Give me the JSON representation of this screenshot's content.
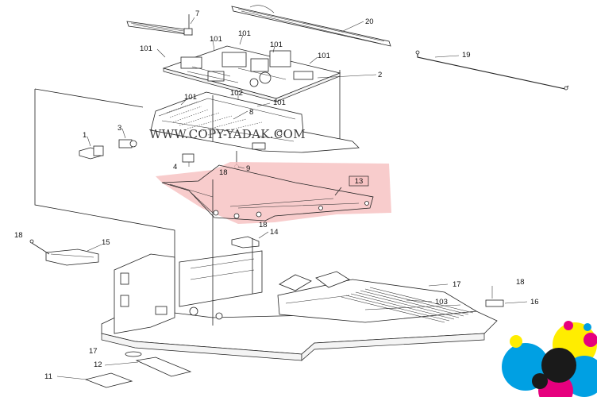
{
  "watermark": "WWW.COPY-YADAK.COM",
  "highlight_color": "#f7c3c3",
  "highlight_label": "13",
  "callouts": {
    "c7": "7",
    "c20": "20",
    "c19": "19",
    "c2": "2",
    "c101a": "101",
    "c101b": "101",
    "c101c": "101",
    "c101d": "101",
    "c101e": "101",
    "c101f": "101",
    "c101g": "101",
    "c102": "102",
    "c8": "8",
    "c1": "1",
    "c3": "3",
    "c4": "4",
    "c9": "9",
    "c18a": "18",
    "c18b": "18",
    "c18c": "18",
    "c18d": "18",
    "c15": "15",
    "c14": "14",
    "c17a": "17",
    "c17b": "17",
    "c103": "103",
    "c16": "16",
    "c12": "12",
    "c11": "11"
  },
  "logo_colors": [
    "#e6007e",
    "#ffed00",
    "#00a0e3",
    "#1a1a1a"
  ]
}
